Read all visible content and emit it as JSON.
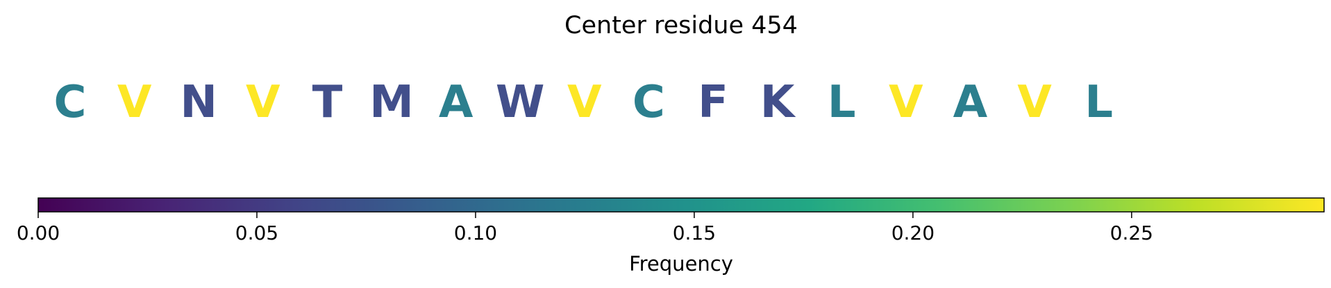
{
  "chart_data": {
    "type": "table",
    "title": "Center residue 454",
    "residues": [
      {
        "letter": "C",
        "color": "#2c7f8e"
      },
      {
        "letter": "V",
        "color": "#fde725"
      },
      {
        "letter": "N",
        "color": "#424f8b"
      },
      {
        "letter": "V",
        "color": "#fde725"
      },
      {
        "letter": "T",
        "color": "#424f8b"
      },
      {
        "letter": "M",
        "color": "#424f8b"
      },
      {
        "letter": "A",
        "color": "#2c7f8e"
      },
      {
        "letter": "W",
        "color": "#424f8b"
      },
      {
        "letter": "V",
        "color": "#fde725"
      },
      {
        "letter": "C",
        "color": "#2c7f8e"
      },
      {
        "letter": "F",
        "color": "#424f8b"
      },
      {
        "letter": "K",
        "color": "#424f8b"
      },
      {
        "letter": "L",
        "color": "#2c7f8e"
      },
      {
        "letter": "V",
        "color": "#fde725"
      },
      {
        "letter": "A",
        "color": "#2c7f8e"
      },
      {
        "letter": "V",
        "color": "#fde725"
      },
      {
        "letter": "L",
        "color": "#2c7f8e"
      }
    ],
    "colorbar": {
      "label": "Frequency",
      "colormap": "viridis",
      "range": [
        0,
        0.294
      ],
      "ticks": [
        0,
        0.05,
        0.1,
        0.15,
        0.2,
        0.25
      ],
      "tick_labels": [
        "0.00",
        "0.05",
        "0.10",
        "0.15",
        "0.20",
        "0.25"
      ]
    }
  }
}
